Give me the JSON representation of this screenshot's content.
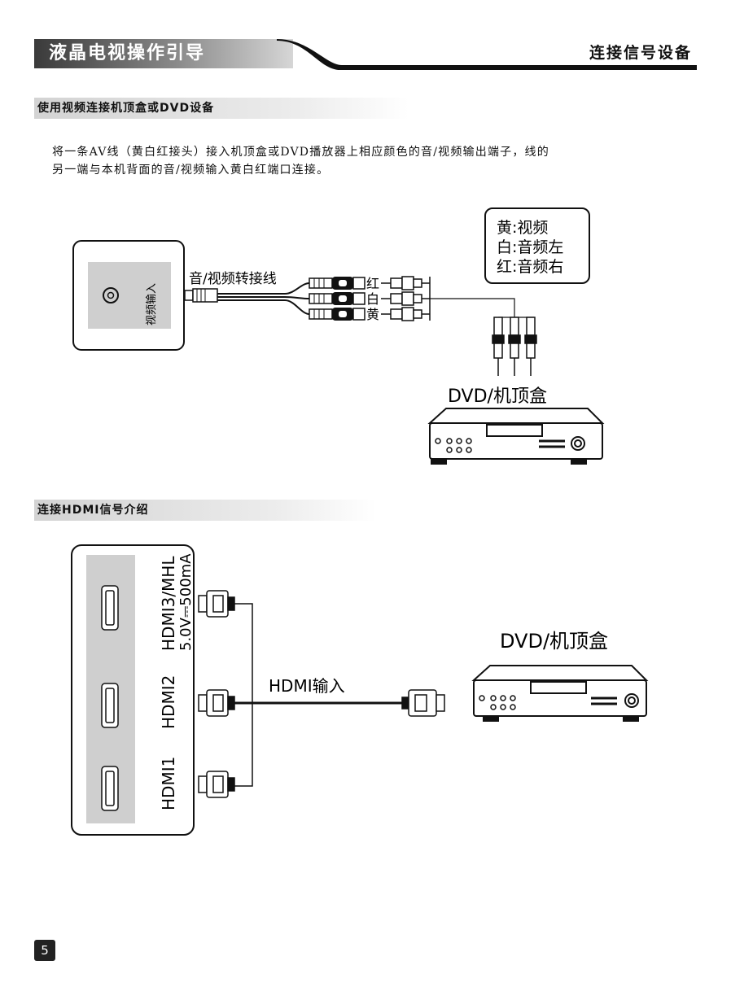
{
  "header": {
    "left_title": "液晶电视操作引导",
    "right_title": "连接信号设备"
  },
  "section1": {
    "title": "使用视频连接机顶盒或DVD设备",
    "paragraph_line1": "将一条AV线（黄白红接头）接入机顶盒或DVD播放器上相应颜色的音/视频输出端子，线的",
    "paragraph_line2": "另一端与本机背面的音/视频输入黄白红端口连接。",
    "diagram": {
      "tv_port_label": "视频输入",
      "cable_label": "音/视频转接线",
      "plug_red": "红",
      "plug_white": "白",
      "plug_yellow": "黄",
      "legend_line1": "黄:视频",
      "legend_line2": "白:音频左",
      "legend_line3": "红:音频右",
      "device_label": "DVD/机顶盒"
    }
  },
  "section2": {
    "title": "连接HDMI信号介绍",
    "diagram": {
      "hdmi3_label": "HDMI3/MHL",
      "hdmi3_power": "5.0V⎓500mA",
      "hdmi2_label": "HDMI2",
      "hdmi1_label": "HDMI1",
      "cable_label": "HDMI输入",
      "device_label": "DVD/机顶盒"
    }
  },
  "footer": {
    "page_number": "5"
  }
}
